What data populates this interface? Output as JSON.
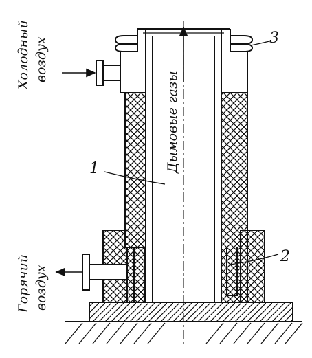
{
  "labels": {
    "cold_air_1": "Холодный",
    "cold_air_2": "воздух",
    "hot_air_1": "Горячий",
    "hot_air_2": "воздух",
    "flue_gases": "Дымовые газы",
    "part_1": "1",
    "part_2": "2",
    "part_3": "3"
  },
  "colors": {
    "ink": "#111111",
    "background": "#ffffff"
  }
}
